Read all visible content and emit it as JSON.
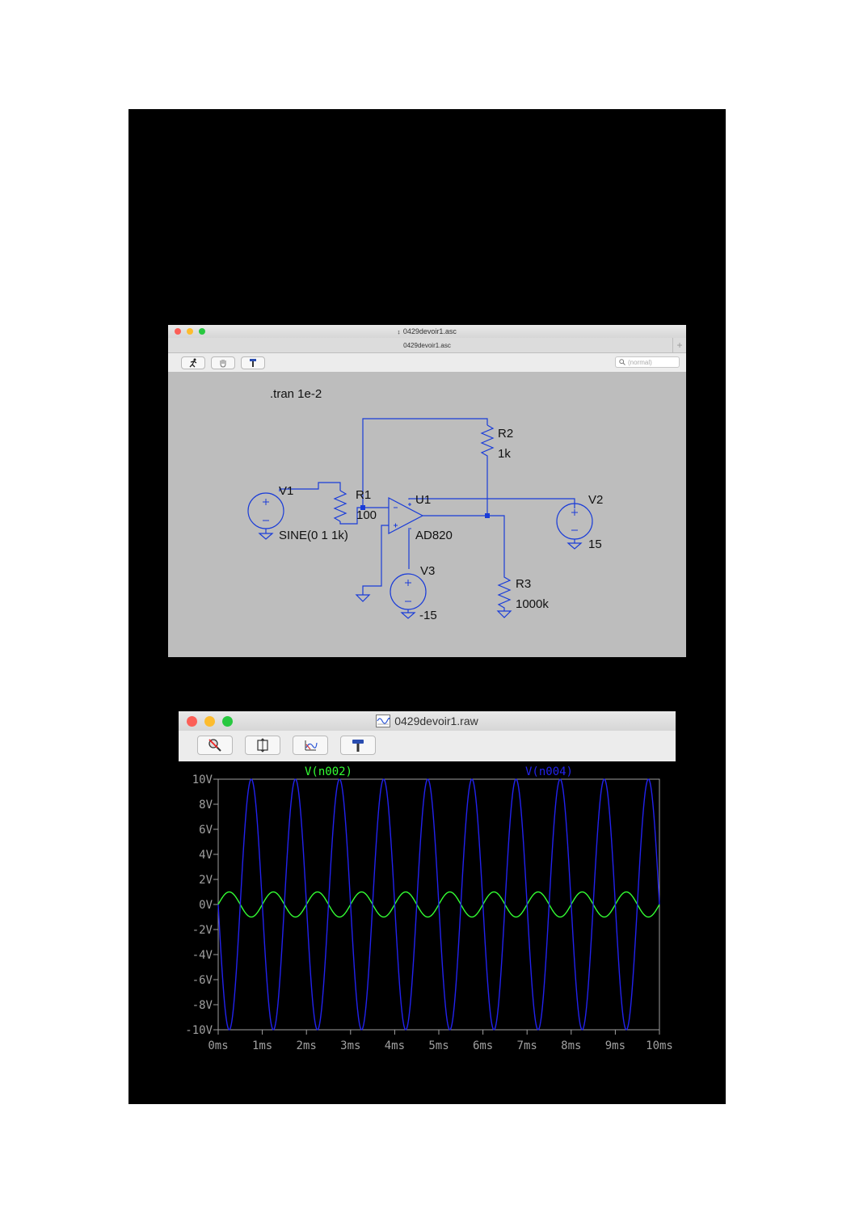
{
  "schematic_window": {
    "title": "0429devoir1.asc",
    "tab": "0429devoir1.asc",
    "search_placeholder": "(normal)",
    "toolbar": [
      "run-icon",
      "hand-icon",
      "hammer-icon"
    ],
    "directive": ".tran 1e-2",
    "labels": {
      "r2_name": "R2",
      "r2_value": "1k",
      "v1_name": "V1",
      "v1_value": "SINE(0 1 1k)",
      "r1_name": "R1",
      "r1_value": "100",
      "u1_name": "U1",
      "u1_value": "AD820",
      "v2_name": "V2",
      "v2_value": "15",
      "v3_name": "V3",
      "v3_value": "-15",
      "r3_name": "R3",
      "r3_value": "1000k"
    },
    "wire_color": "#1a3cd8"
  },
  "waveform_window": {
    "title": "0429devoir1.raw",
    "toolbar": [
      "zoom-cancel-icon",
      "autorange-icon",
      "traces-icon",
      "hammer-icon"
    ]
  },
  "chart_data": {
    "type": "line",
    "title": "",
    "xlabel": "",
    "ylabel": "",
    "x_unit": "ms",
    "xlim": [
      0,
      10
    ],
    "ylim": [
      -10,
      10
    ],
    "xticks": [
      "0ms",
      "1ms",
      "2ms",
      "3ms",
      "4ms",
      "5ms",
      "6ms",
      "7ms",
      "8ms",
      "9ms",
      "10ms"
    ],
    "yticks": [
      "10V",
      "8V",
      "6V",
      "4V",
      "2V",
      "0V",
      "-2V",
      "-4V",
      "-6V",
      "-8V",
      "-10V"
    ],
    "background": "#000000",
    "grid": false,
    "series": [
      {
        "name": "V(n002)",
        "color": "#33ff33",
        "function": "sine",
        "amplitude": 1,
        "frequency_khz": 1,
        "phase": "positive"
      },
      {
        "name": "V(n004)",
        "color": "#2222ee",
        "function": "sine",
        "amplitude": 10,
        "frequency_khz": 1,
        "phase": "inverted"
      }
    ]
  }
}
